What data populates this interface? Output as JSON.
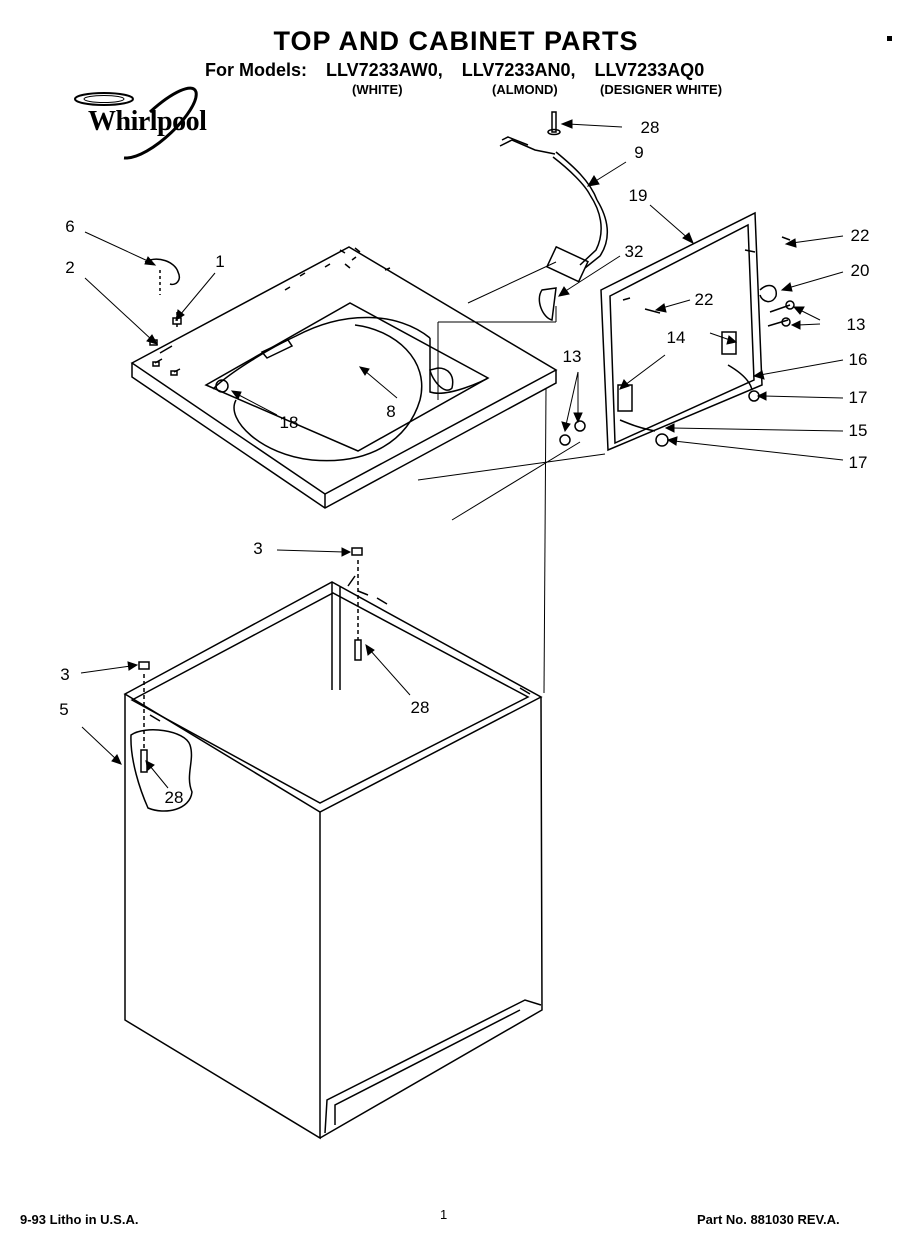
{
  "header": {
    "title": "TOP AND CABINET PARTS",
    "models_prefix": "For Models:",
    "models": [
      {
        "code": "LLV7233AW0,",
        "color": "(WHITE)"
      },
      {
        "code": "LLV7233AN0,",
        "color": "(ALMOND)"
      },
      {
        "code": "LLV7233AQ0",
        "color": "(DESIGNER WHITE)"
      }
    ]
  },
  "brand": {
    "logo_text": "Whirlpool"
  },
  "callouts": [
    "28",
    "9",
    "19",
    "22",
    "20",
    "13",
    "16",
    "17",
    "15",
    "17",
    "32",
    "22",
    "14",
    "13",
    "6",
    "1",
    "2",
    "8",
    "18",
    "3",
    "3",
    "28",
    "5",
    "28"
  ],
  "footer": {
    "left": "9-93 Litho in U.S.A.",
    "page": "1",
    "part_no": "Part No. 881030 REV.A."
  }
}
